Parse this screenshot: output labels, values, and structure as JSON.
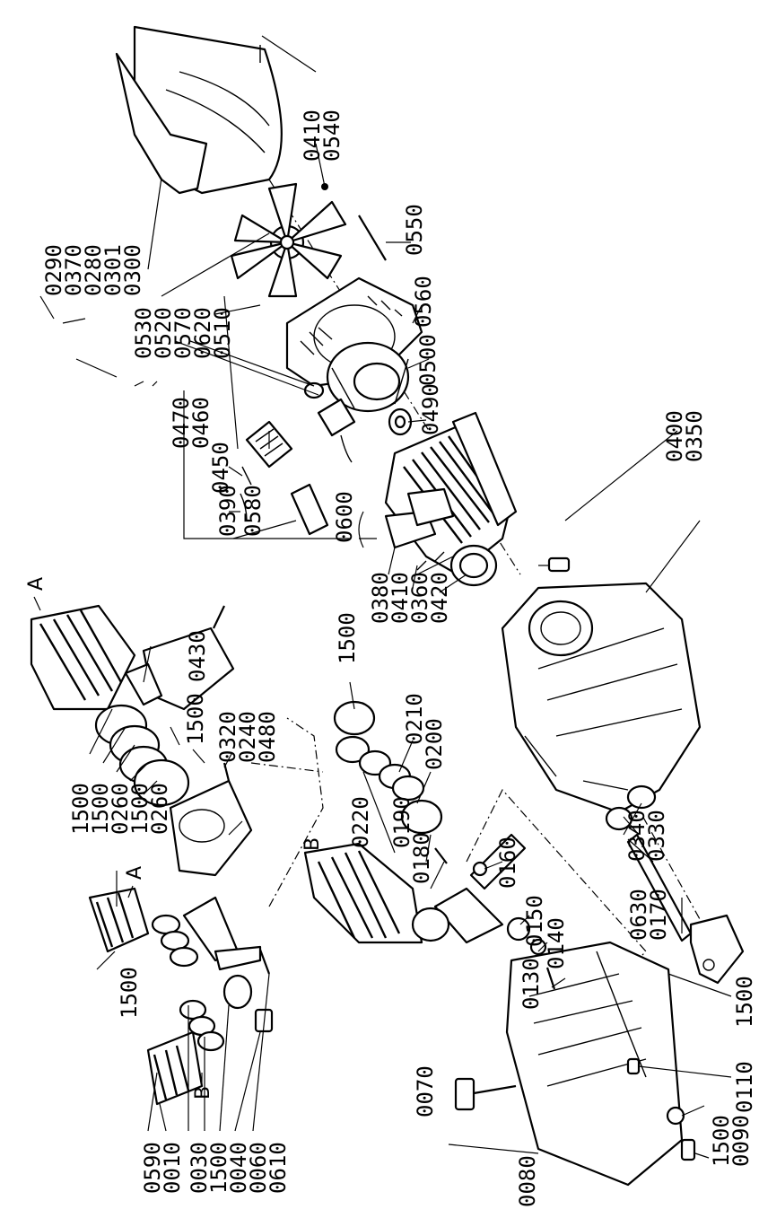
{
  "diagram": {
    "labels": {
      "p0530": "0530",
      "p0520": "0520",
      "p0570": "0570",
      "p0620": "0620",
      "p0510": "0510",
      "p0410_top": "0410",
      "p0540": "0540",
      "p0550": "0550",
      "p0560": "0560",
      "p0500": "0500",
      "p0490": "0490",
      "p0470": "0470",
      "p0460": "0460",
      "p0450": "0450",
      "p0390": "0390",
      "p0580": "0580",
      "p0600": "0600",
      "p0380": "0380",
      "p0410_mid": "0410",
      "p0360": "0360",
      "p0420": "0420",
      "p0400": "0400",
      "p0350": "0350",
      "p0290": "0290",
      "p0370": "0370",
      "p0280": "0280",
      "p0301": "0301",
      "p0300": "0300",
      "p0480": "0480",
      "p0430": "0430",
      "p1500_a": "1500",
      "p0320": "0320",
      "p0240": "0240",
      "p1500_b": "1500",
      "p1500_c": "1500",
      "p0260_a": "0260",
      "p1500_d": "1500",
      "p0260_b": "0260",
      "p1500_e": "1500",
      "p0210": "0210",
      "p0200": "0200",
      "p0220": "0220",
      "p0190": "0190",
      "p0180": "0180",
      "p0160": "0160",
      "p0150": "0150",
      "p0140": "0140",
      "p0130": "0130",
      "p0340": "0340",
      "p0330": "0330",
      "p0630": "0630",
      "p0170": "0170",
      "p1500_f": "1500",
      "p0590": "0590",
      "p0010": "0010",
      "p0030": "0030",
      "p1500_g": "1500",
      "p0040": "0040",
      "p0060": "0060",
      "p0610": "0610",
      "p1500_h": "1500",
      "p0110": "0110",
      "p1500_i": "1500",
      "p0090": "0090",
      "p0070": "0070",
      "p0080": "0080"
    },
    "view_marks": {
      "a_top": "A",
      "a_mid": "A",
      "b_bottom": "B",
      "b_side": "B"
    }
  }
}
